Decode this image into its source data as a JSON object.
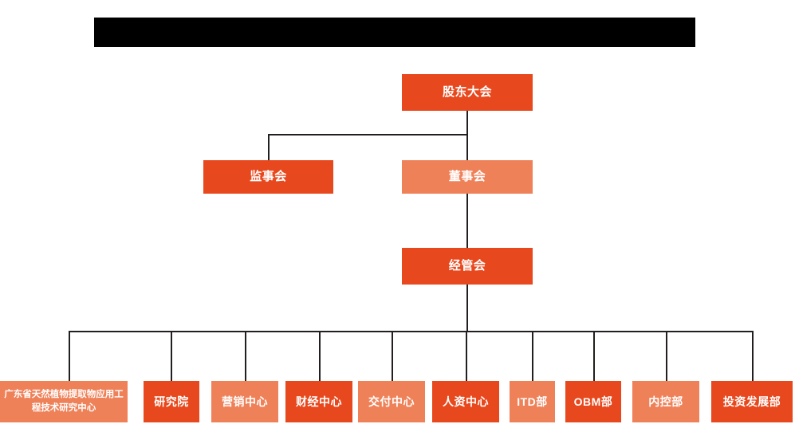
{
  "document": {
    "title_bar": {
      "name": "redacted-title-bar",
      "text": ""
    }
  },
  "colors": {
    "dark_orange": "#E8481D",
    "light_orange": "#EF8159",
    "connector": "#231f20",
    "background": "#FFFFFF",
    "redaction": "#000000",
    "node_text": "#FFFFFF"
  },
  "org_chart": {
    "levels": [
      {
        "level": 1,
        "nodes": [
          {
            "id": "shareholders-meeting",
            "label": "股东大会",
            "tone": "dark"
          }
        ]
      },
      {
        "level": 2,
        "nodes": [
          {
            "id": "board-of-supervisors",
            "label": "监事会",
            "tone": "dark"
          },
          {
            "id": "board-of-directors",
            "label": "董事会",
            "tone": "light"
          }
        ]
      },
      {
        "level": 3,
        "nodes": [
          {
            "id": "management-committee",
            "label": "经管会",
            "tone": "dark"
          }
        ]
      },
      {
        "level": 4,
        "nodes": [
          {
            "id": "gd-plant-extract-center",
            "label": "广东省天然植物提取物应用工程技术研究中心",
            "tone": "light"
          },
          {
            "id": "research-institute",
            "label": "研究院",
            "tone": "dark"
          },
          {
            "id": "marketing-center",
            "label": "营销中心",
            "tone": "light"
          },
          {
            "id": "finance-center",
            "label": "财经中心",
            "tone": "dark"
          },
          {
            "id": "delivery-center",
            "label": "交付中心",
            "tone": "light"
          },
          {
            "id": "hr-center",
            "label": "人资中心",
            "tone": "dark"
          },
          {
            "id": "itd-department",
            "label": "ITD部",
            "tone": "light"
          },
          {
            "id": "obm-department",
            "label": "OBM部",
            "tone": "dark"
          },
          {
            "id": "internal-control-department",
            "label": "内控部",
            "tone": "light"
          },
          {
            "id": "investment-development-department",
            "label": "投资发展部",
            "tone": "dark"
          }
        ]
      }
    ]
  }
}
